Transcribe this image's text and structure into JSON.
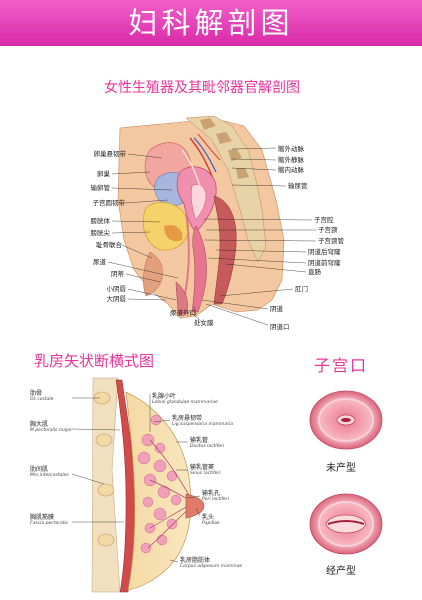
{
  "banner": {
    "title": "妇科解剖图",
    "color_top": "#f25fc8",
    "color_bottom": "#d92aa9"
  },
  "pelvis": {
    "title": "女性生殖器及其毗邻器官解剖图",
    "labels_left": [
      "卵巢悬韧带",
      "卵巢",
      "输卵管",
      "子宫圆韧带",
      "膀胱体",
      "膀胱尖",
      "耻骨联合",
      "尿道",
      "阴蒂",
      "小阴唇",
      "大阴唇"
    ],
    "labels_right": [
      "髂外动脉",
      "髂外静脉",
      "髂内动脉",
      "输尿管",
      "子宫腔",
      "子宫颈",
      "子宫颈管",
      "阴道后穹窿",
      "阴道前穹窿",
      "直肠",
      "肛门",
      "阴道"
    ],
    "labels_bottom": [
      "尿道外口",
      "处女膜",
      "阴道口"
    ]
  },
  "breast": {
    "title": "乳房矢状断横式图",
    "labels_left": [
      {
        "cn": "肋骨",
        "en": "Os costale"
      },
      {
        "cn": "胸大肌",
        "en": "M.pectoralis major"
      },
      {
        "cn": "肋间肌",
        "en": "Mm.intercostales"
      },
      {
        "cn": "胸肌筋膜",
        "en": "Fascia pectoralis"
      }
    ],
    "labels_right": [
      {
        "cn": "乳腺小叶",
        "en": "Lobuli glandulae mammariae"
      },
      {
        "cn": "乳房悬韧带",
        "en": "Lig.suspensoria mammaria"
      },
      {
        "cn": "输乳管",
        "en": "Ductus lactiferi"
      },
      {
        "cn": "输乳管窦",
        "en": "Sinus lactiferi"
      },
      {
        "cn": "输乳孔",
        "en": "Pori lactiferi"
      },
      {
        "cn": "乳头",
        "en": "Papillae"
      },
      {
        "cn": "乳房脂肪体",
        "en": "Corpus adiposum mammae"
      }
    ]
  },
  "cervix": {
    "title": "子宫口",
    "types": [
      {
        "label": "未产型"
      },
      {
        "label": "经产型"
      }
    ]
  },
  "colors": {
    "accent": "#e8339a",
    "banner": "#e23cb4"
  }
}
